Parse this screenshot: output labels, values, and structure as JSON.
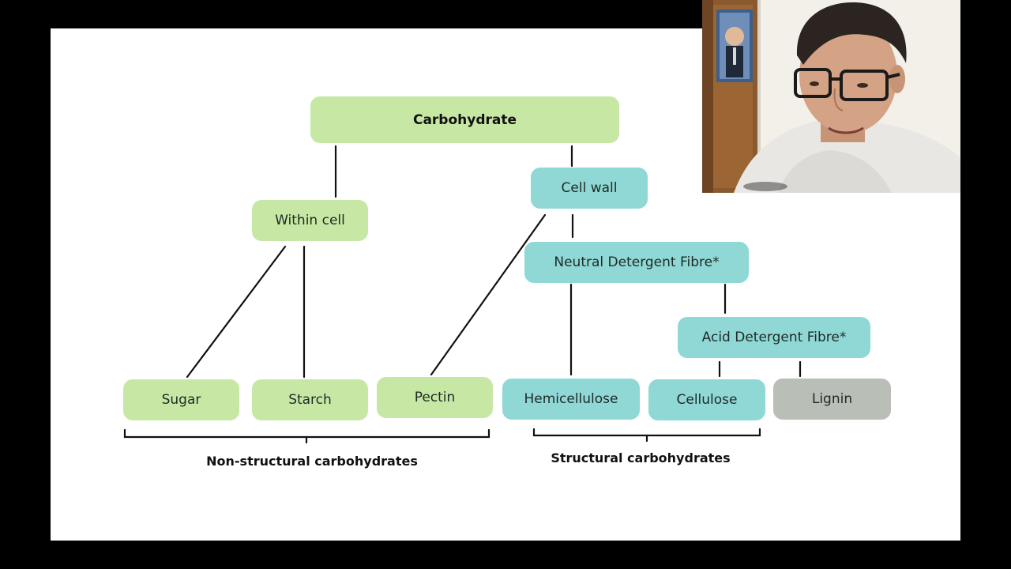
{
  "diagram": {
    "nodes": {
      "carbohydrate": "Carbohydrate",
      "within_cell": "Within cell",
      "cell_wall": "Cell wall",
      "ndf": "Neutral Detergent Fibre*",
      "adf": "Acid Detergent Fibre*",
      "sugar": "Sugar",
      "starch": "Starch",
      "pectin": "Pectin",
      "hemicellulose": "Hemicellulose",
      "cellulose": "Cellulose",
      "lignin": "Lignin"
    },
    "groups": {
      "non_structural": "Non-structural carbohydrates",
      "structural": "Structural carbohydrates"
    },
    "colors": {
      "green": "#c7e8a4",
      "teal": "#8fd8d6",
      "grey": "#b9beb7"
    }
  },
  "webcam": {
    "subject": "presenter-webcam-feed"
  }
}
